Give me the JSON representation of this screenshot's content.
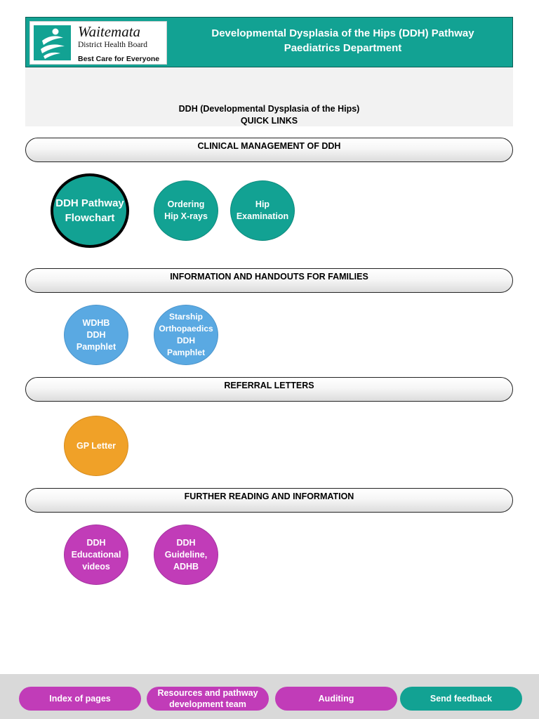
{
  "header": {
    "logo": {
      "name": "Waitemata",
      "subtitle": "District Health Board",
      "tagline": "Best Care for Everyone"
    },
    "title_line1": "Developmental Dysplasia of the Hips (DDH) Pathway",
    "title_line2": "Paediatrics Department"
  },
  "intro": {
    "title": "DDH (Developmental Dysplasia of the Hips)",
    "subtitle": "QUICK LINKS"
  },
  "sections": [
    {
      "heading": "CLINICAL MANAGEMENT OF DDH",
      "links": [
        {
          "lines": [
            "DDH Pathway",
            "Flowchart"
          ],
          "color": "#12a293",
          "highlighted": true
        },
        {
          "lines": [
            "Ordering",
            "Hip X-rays"
          ],
          "color": "#12a293"
        },
        {
          "lines": [
            "Hip",
            "Examination"
          ],
          "color": "#12a293"
        }
      ]
    },
    {
      "heading": "INFORMATION AND HANDOUTS FOR FAMILIES",
      "links": [
        {
          "lines": [
            "WDHB",
            "DDH",
            "Pamphlet"
          ],
          "color": "#5aa9e2"
        },
        {
          "lines": [
            "Starship",
            "Orthopaedics",
            "DDH",
            "Pamphlet"
          ],
          "color": "#5aa9e2"
        }
      ]
    },
    {
      "heading": "REFERRAL LETTERS",
      "links": [
        {
          "lines": [
            "GP Letter"
          ],
          "color": "#f0a128"
        }
      ]
    },
    {
      "heading": "FURTHER READING AND INFORMATION",
      "links": [
        {
          "lines": [
            "DDH",
            "Educational",
            "videos"
          ],
          "color": "#c13cb8"
        },
        {
          "lines": [
            "DDH",
            "Guideline,",
            "ADHB"
          ],
          "color": "#c13cb8"
        }
      ]
    }
  ],
  "footer": {
    "buttons": [
      {
        "lines": [
          "Index of pages"
        ],
        "color": "#c13cb8"
      },
      {
        "lines": [
          "Resources and pathway",
          "development team"
        ],
        "color": "#c13cb8"
      },
      {
        "lines": [
          "Auditing"
        ],
        "color": "#c13cb8"
      },
      {
        "lines": [
          "Send feedback"
        ],
        "color": "#12a293"
      }
    ]
  }
}
